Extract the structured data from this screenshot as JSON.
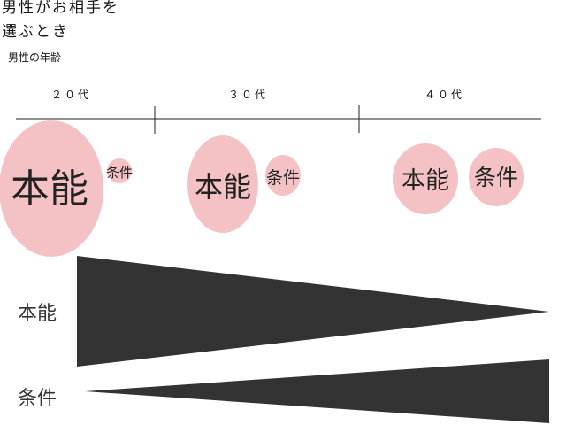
{
  "title": "男性がお相手を\n選ぶとき",
  "subtitle": "男性の年齢",
  "age_groups": [
    "２０代",
    "３０代",
    "４０代"
  ],
  "bubble_labels": {
    "instinct": "本能",
    "conditions": "条件"
  },
  "rows": {
    "instinct_label": "本能",
    "conditions_label": "条件"
  },
  "colors": {
    "bubble": "#f4c2c4",
    "wedge": "#333333",
    "axis": "#222222"
  }
}
